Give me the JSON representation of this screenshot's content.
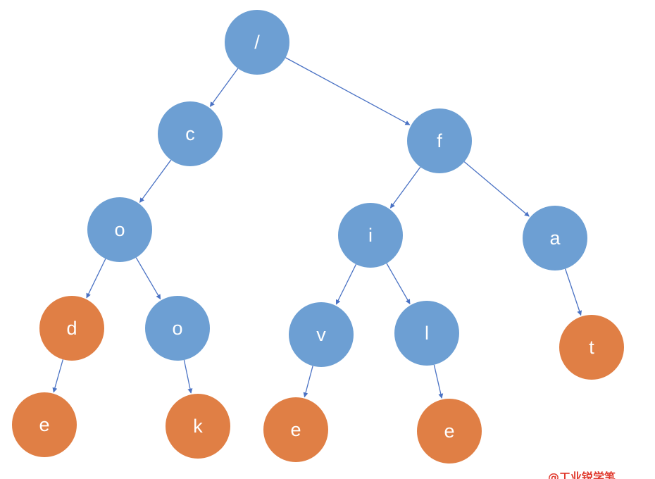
{
  "colors": {
    "branch_node": "#6d9fd3",
    "leaf_node": "#e07f45",
    "edge": "#4a72c4",
    "label": "#ffffff",
    "watermark": "#e03a2e"
  },
  "nodes": [
    {
      "id": "root",
      "label": "/",
      "kind": "branch"
    },
    {
      "id": "c",
      "label": "c",
      "kind": "branch"
    },
    {
      "id": "f",
      "label": "f",
      "kind": "branch"
    },
    {
      "id": "o1",
      "label": "o",
      "kind": "branch"
    },
    {
      "id": "i",
      "label": "i",
      "kind": "branch"
    },
    {
      "id": "a",
      "label": "a",
      "kind": "branch"
    },
    {
      "id": "d",
      "label": "d",
      "kind": "leaf"
    },
    {
      "id": "o2",
      "label": "o",
      "kind": "branch"
    },
    {
      "id": "v",
      "label": "v",
      "kind": "branch"
    },
    {
      "id": "l",
      "label": "l",
      "kind": "branch"
    },
    {
      "id": "t",
      "label": "t",
      "kind": "leaf"
    },
    {
      "id": "e1",
      "label": "e",
      "kind": "leaf"
    },
    {
      "id": "k",
      "label": "k",
      "kind": "leaf"
    },
    {
      "id": "e2",
      "label": "e",
      "kind": "leaf"
    },
    {
      "id": "e3",
      "label": "e",
      "kind": "leaf"
    }
  ],
  "edges": [
    {
      "from": "root",
      "to": "c"
    },
    {
      "from": "root",
      "to": "f"
    },
    {
      "from": "c",
      "to": "o1"
    },
    {
      "from": "f",
      "to": "i"
    },
    {
      "from": "f",
      "to": "a"
    },
    {
      "from": "o1",
      "to": "d"
    },
    {
      "from": "o1",
      "to": "o2"
    },
    {
      "from": "i",
      "to": "v"
    },
    {
      "from": "i",
      "to": "l"
    },
    {
      "from": "a",
      "to": "t"
    },
    {
      "from": "d",
      "to": "e1"
    },
    {
      "from": "o2",
      "to": "k"
    },
    {
      "from": "v",
      "to": "e2"
    },
    {
      "from": "l",
      "to": "e3"
    }
  ],
  "watermark": {
    "text": "@工业锐学笔"
  }
}
